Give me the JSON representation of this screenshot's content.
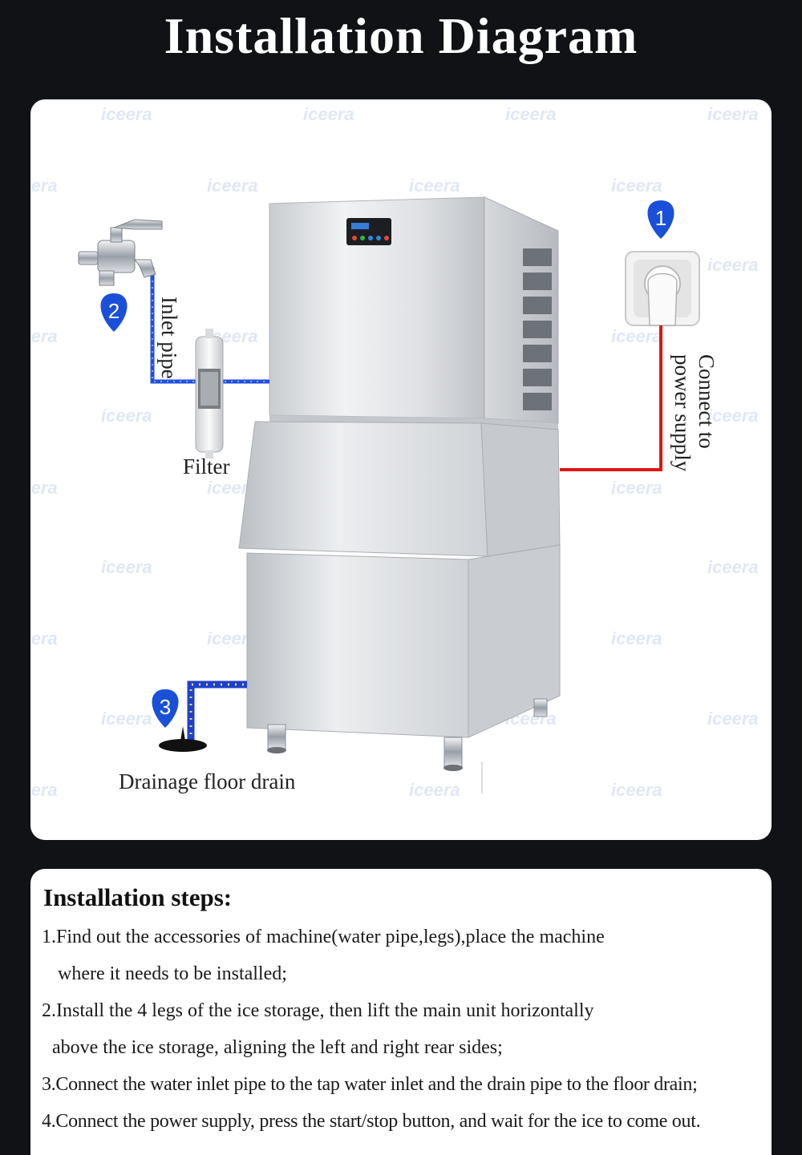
{
  "header": {
    "title": "Installation Diagram"
  },
  "diagram": {
    "markers": [
      {
        "number": "1",
        "meaning": "power"
      },
      {
        "number": "2",
        "meaning": "inlet"
      },
      {
        "number": "3",
        "meaning": "drain"
      }
    ],
    "labels": {
      "inlet_pipe": "Inlet pipe",
      "filter": "Filter",
      "power_line1": "Connect to",
      "power_line2": "power supply",
      "drain": "Drainage floor drain"
    },
    "colors": {
      "water_pipe": "#1f4fe0",
      "power_cable": "#e01515",
      "marker": "#1a4fd8",
      "drain_pipe": "#1f3fd0"
    },
    "watermark": "iceera"
  },
  "steps": {
    "title": "Installation steps:",
    "lines": [
      "1.Find out the accessories of machine(water pipe,legs),place the machine",
      "where it needs to be installed;",
      "2.Install the 4 legs of the ice storage, then lift the main unit horizontally",
      "above the ice storage, aligning the left and right rear sides;",
      "3.Connect the water inlet pipe to the tap water inlet and the drain pipe to the floor drain;",
      "4.Connect the power supply, press the start/stop button, and wait for the ice to come out."
    ]
  }
}
